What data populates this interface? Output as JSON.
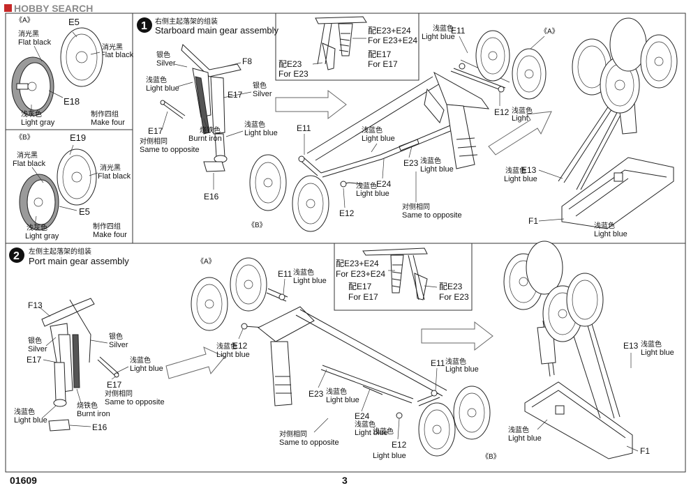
{
  "watermark": {
    "brand": "HOBBY SEARCH"
  },
  "footer": {
    "code": "01609",
    "page": "3"
  },
  "box_a": {
    "tag": "《A》",
    "part_e5": "E5",
    "part_e18": "E18",
    "flat_black_cn": "消光黑",
    "flat_black_en": "Flat black",
    "flat_black2_cn": "消光黑",
    "flat_black2_en": "Flat black",
    "light_gray_cn": "浅灰色",
    "light_gray_en": "Light gray",
    "make_four_cn": "制作四组",
    "make_four_en": "Make four"
  },
  "box_b": {
    "tag": "《B》",
    "part_e19": "E19",
    "part_e5": "E5",
    "flat_black_cn": "消光黑",
    "flat_black_en": "Flat black",
    "flat_black2_cn": "消光黑",
    "flat_black2_en": "Flat black",
    "light_gray_cn": "浅灰色",
    "light_gray_en": "Light gray",
    "make_four_cn": "制作四组",
    "make_four_en": "Make four"
  },
  "step1": {
    "number": "1",
    "title_cn": "右侧主起落架的组装",
    "title_en": "Starboard main gear assembly",
    "inset": {
      "a_cn": "配E23+E24",
      "a_en": "For E23+E24",
      "b_cn": "配E17",
      "b_en": "For E17",
      "c_cn": "配E23",
      "c_en": "For E23"
    },
    "f8": "F8",
    "silver1_cn": "银色",
    "silver1_en": "Silver",
    "lightblue1_cn": "浅蓝色",
    "lightblue1_en": "Light blue",
    "silver2_cn": "银色",
    "silver2_en": "Silver",
    "e17a": "E17",
    "e17b": "E17",
    "same_cn": "对侧相同",
    "same_en": "Same to opposite",
    "burnt_cn": "烧铁色",
    "burnt_en": "Burnt iron",
    "lightblue2_cn": "浅蓝色",
    "lightblue2_en": "Light blue",
    "e16": "E16",
    "e11a": "E11",
    "lightblue3_cn": "浅蓝色",
    "lightblue3_en": "Light blue",
    "e11b": "E11",
    "lightblue4_cn": "浅蓝色",
    "lightblue4_en": "Light blue",
    "tag_a": "《A》",
    "e23": "E23",
    "lightblue5_cn": "浅蓝色",
    "lightblue5_en": "Light blue",
    "e24": "E24",
    "lightblue6_cn": "浅蓝色",
    "lightblue6_en": "Light blue",
    "same2_cn": "对侧相同",
    "same2_en": "Same to opposite",
    "e12a": "E12",
    "e12b": "E12",
    "lightblue7_cn": "浅蓝色",
    "lightblue7_en": "Light blue",
    "tag_b": "《B》",
    "e13": "E13",
    "lightblue8_cn": "浅蓝色",
    "lightblue8_en": "Light blue",
    "f1": "F1",
    "lightblue9_cn": "浅蓝色",
    "lightblue9_en": "Light blue"
  },
  "step2": {
    "number": "2",
    "title_cn": "左侧主起落架的组装",
    "title_en": "Port main gear assembly",
    "inset": {
      "a_cn": "配E23+E24",
      "a_en": "For E23+E24",
      "b_cn": "配E17",
      "b_en": "For E17",
      "c_cn": "配E23",
      "c_en": "For E23"
    },
    "f13": "F13",
    "silver1_cn": "银色",
    "silver1_en": "Silver",
    "silver2_cn": "银色",
    "silver2_en": "Silver",
    "e17a": "E17",
    "e17b": "E17",
    "lightblue1_cn": "浅蓝色",
    "lightblue1_en": "Light blue",
    "same_cn": "对侧相同",
    "same_en": "Same to opposite",
    "burnt_cn": "烧铁色",
    "burnt_en": "Burnt iron",
    "lightblue2_cn": "浅蓝色",
    "lightblue2_en": "Light blue",
    "e16": "E16",
    "tag_a": "《A》",
    "e11a": "E11",
    "lightblue3_cn": "浅蓝色",
    "lightblue3_en": "Light blue",
    "e12a": "E12",
    "lightblue4_cn": "浅蓝色",
    "lightblue4_en": "Light blue",
    "e23": "E23",
    "lightblue5_cn": "浅蓝色",
    "lightblue5_en": "Light blue",
    "e24": "E24",
    "lightblue6_cn": "浅蓝色",
    "lightblue6_en": "Light blue",
    "same2_cn": "对侧相同",
    "same2_en": "Same to opposite",
    "e11b": "E11",
    "lightblue7_cn": "浅蓝色",
    "lightblue7_en": "Light blue",
    "e12b": "E12",
    "lightblue8_cn": "浅蓝色",
    "lightblue8_en": "Light blue",
    "tag_b": "《B》",
    "e13": "E13",
    "lightblue9_cn": "浅蓝色",
    "lightblue9_en": "Light blue",
    "f1": "F1",
    "lightblue10_cn": "浅蓝色",
    "lightblue10_en": "Light blue"
  }
}
